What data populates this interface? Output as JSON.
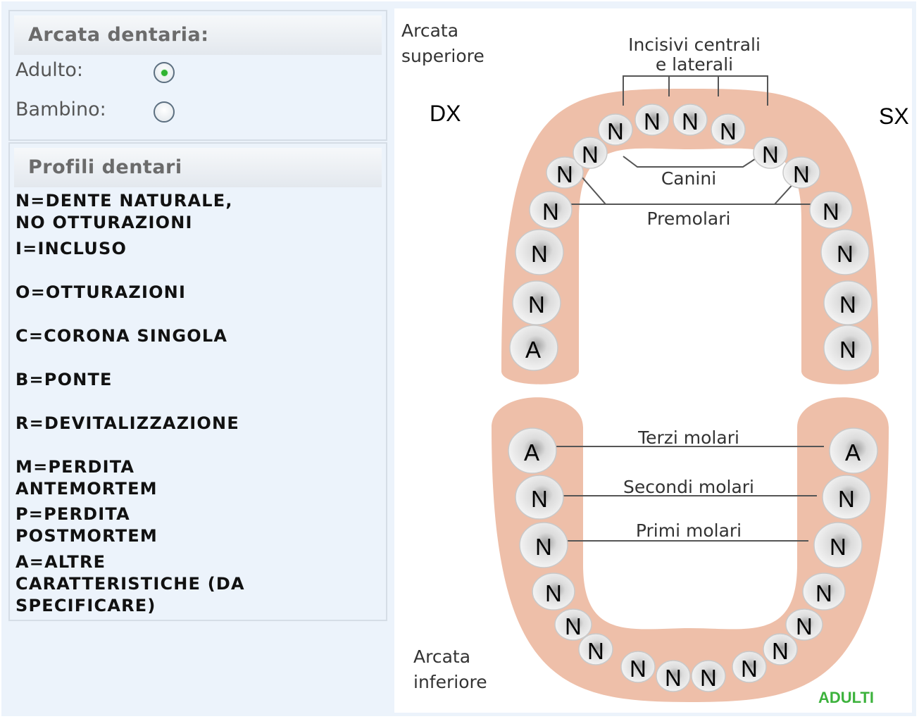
{
  "arch_panel": {
    "title": "Arcata dentaria:",
    "options": [
      {
        "label": "Adulto:",
        "checked": true
      },
      {
        "label": "Bambino:",
        "checked": false
      }
    ]
  },
  "profiles_panel": {
    "title": "Profili dentari",
    "legend": [
      "N=DENTE NATURALE,\nNO OTTURAZIONI",
      "I=INCLUSO",
      "O=OTTURAZIONI",
      "C=CORONA SINGOLA",
      "B=PONTE",
      "R=DEVITALIZZAZIONE",
      "M=PERDITA\nANTEMORTEM",
      "P=PERDITA\nPOSTMORTEM",
      "A=ALTRE\nCARATTERISTICHE (DA\nSPECIFICARE)"
    ]
  },
  "diagram": {
    "upper_arch_label": "Arcata\nsuperiore",
    "lower_arch_label": "Arcata\ninferiore",
    "right_side": "DX",
    "left_side": "SX",
    "captions": {
      "incisors": "Incisivi centrali\ne laterali",
      "canines": "Canini",
      "premolars": "Premolari",
      "third_molars": "Terzi molari",
      "second_molars": "Secondi molari",
      "first_molars": "Primi molari"
    },
    "brand": "ADULTI",
    "colors": {
      "gum": "#eebfa9",
      "tooth": "#f3f3f3",
      "brand": "#3cb23c",
      "panel": "#ecf3fb"
    },
    "upper_teeth": [
      "A",
      "N",
      "N",
      "N",
      "N",
      "N",
      "N",
      "N",
      "N",
      "N",
      "N",
      "N",
      "N",
      "N",
      "N",
      "N"
    ],
    "lower_teeth": [
      "A",
      "N",
      "N",
      "N",
      "N",
      "N",
      "N",
      "N",
      "N",
      "N",
      "N",
      "N",
      "N",
      "N",
      "N",
      "A"
    ]
  }
}
